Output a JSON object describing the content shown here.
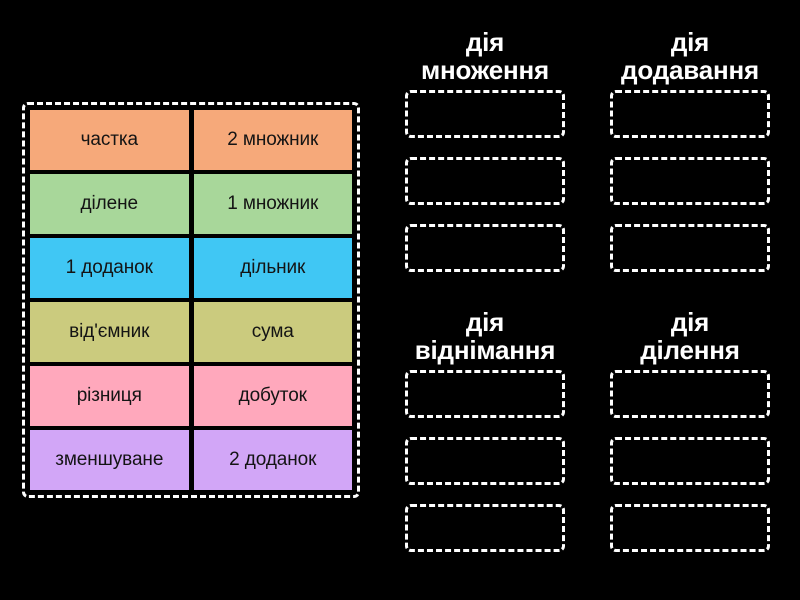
{
  "background_color": "#000000",
  "tile_tray": {
    "border_style": "dashed-white",
    "rows": [
      {
        "color": "#F6A97A",
        "tiles": [
          {
            "label": "частка"
          },
          {
            "label": "2 множник"
          }
        ]
      },
      {
        "color": "#A8D79A",
        "tiles": [
          {
            "label": "ділене"
          },
          {
            "label": "1 множник"
          }
        ]
      },
      {
        "color": "#40C7F4",
        "tiles": [
          {
            "label": "1 доданок"
          },
          {
            "label": "дільник"
          }
        ]
      },
      {
        "color": "#CBCB7E",
        "tiles": [
          {
            "label": "від'ємник"
          },
          {
            "label": "сума"
          }
        ]
      },
      {
        "color": "#FFA8BC",
        "tiles": [
          {
            "label": "різниця"
          },
          {
            "label": "добуток"
          }
        ]
      },
      {
        "color": "#D2A6F7",
        "tiles": [
          {
            "label": "зменшуване"
          },
          {
            "label": "2 доданок"
          }
        ]
      }
    ]
  },
  "drop_groups": [
    {
      "id": "group-mult",
      "title": "дія\nмноження",
      "slots": [
        "",
        "",
        ""
      ]
    },
    {
      "id": "group-add",
      "title": "дія\nдодавання",
      "slots": [
        "",
        "",
        ""
      ]
    },
    {
      "id": "group-sub",
      "title": "дія\nвіднімання",
      "slots": [
        "",
        "",
        ""
      ]
    },
    {
      "id": "group-div",
      "title": "дія\nділення",
      "slots": [
        "",
        "",
        ""
      ]
    }
  ],
  "colors": {
    "accent_white": "#FFFFFF",
    "text_dark": "#141414",
    "background": "#000000"
  }
}
